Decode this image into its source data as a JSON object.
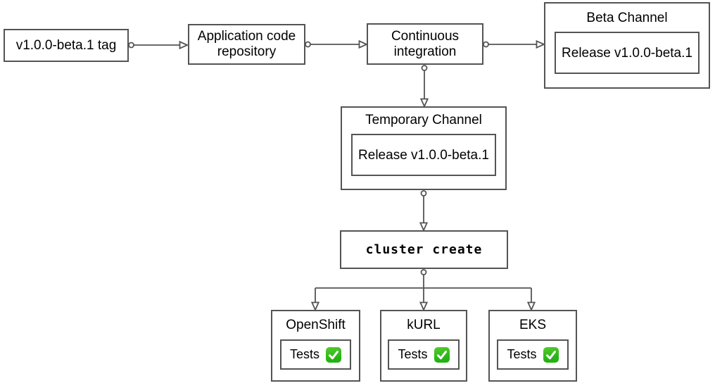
{
  "diagram": {
    "nodes": {
      "tag": {
        "label": "v1.0.0-beta.1 tag"
      },
      "repo": {
        "label": "Application code repository"
      },
      "ci": {
        "label": "Continuous integration"
      },
      "beta_channel": {
        "title": "Beta Channel",
        "release_label": "Release v1.0.0-beta.1"
      },
      "temporary_channel": {
        "title": "Temporary Channel",
        "release_label": "Release v1.0.0-beta.1"
      },
      "cluster_create": {
        "label": "cluster create"
      },
      "platforms": [
        {
          "title": "OpenShift",
          "tests_label": "Tests",
          "status": "passed",
          "status_icon": "check-mark-button-icon"
        },
        {
          "title": "kURL",
          "tests_label": "Tests",
          "status": "passed",
          "status_icon": "check-mark-button-icon"
        },
        {
          "title": "EKS",
          "tests_label": "Tests",
          "status": "passed",
          "status_icon": "check-mark-button-icon"
        }
      ]
    },
    "edges": [
      {
        "from": "tag",
        "to": "repo"
      },
      {
        "from": "repo",
        "to": "ci"
      },
      {
        "from": "ci",
        "to": "beta_channel"
      },
      {
        "from": "ci",
        "to": "temporary_channel"
      },
      {
        "from": "temporary_channel",
        "to": "cluster_create"
      },
      {
        "from": "cluster_create",
        "to": "openshift"
      },
      {
        "from": "cluster_create",
        "to": "kurl"
      },
      {
        "from": "cluster_create",
        "to": "eks"
      }
    ],
    "colors": {
      "border": "#545454",
      "connector": "#545454",
      "text": "#000000",
      "background": "#ffffff",
      "check_green": "#23b214",
      "check_mark": "#ffffff"
    }
  }
}
